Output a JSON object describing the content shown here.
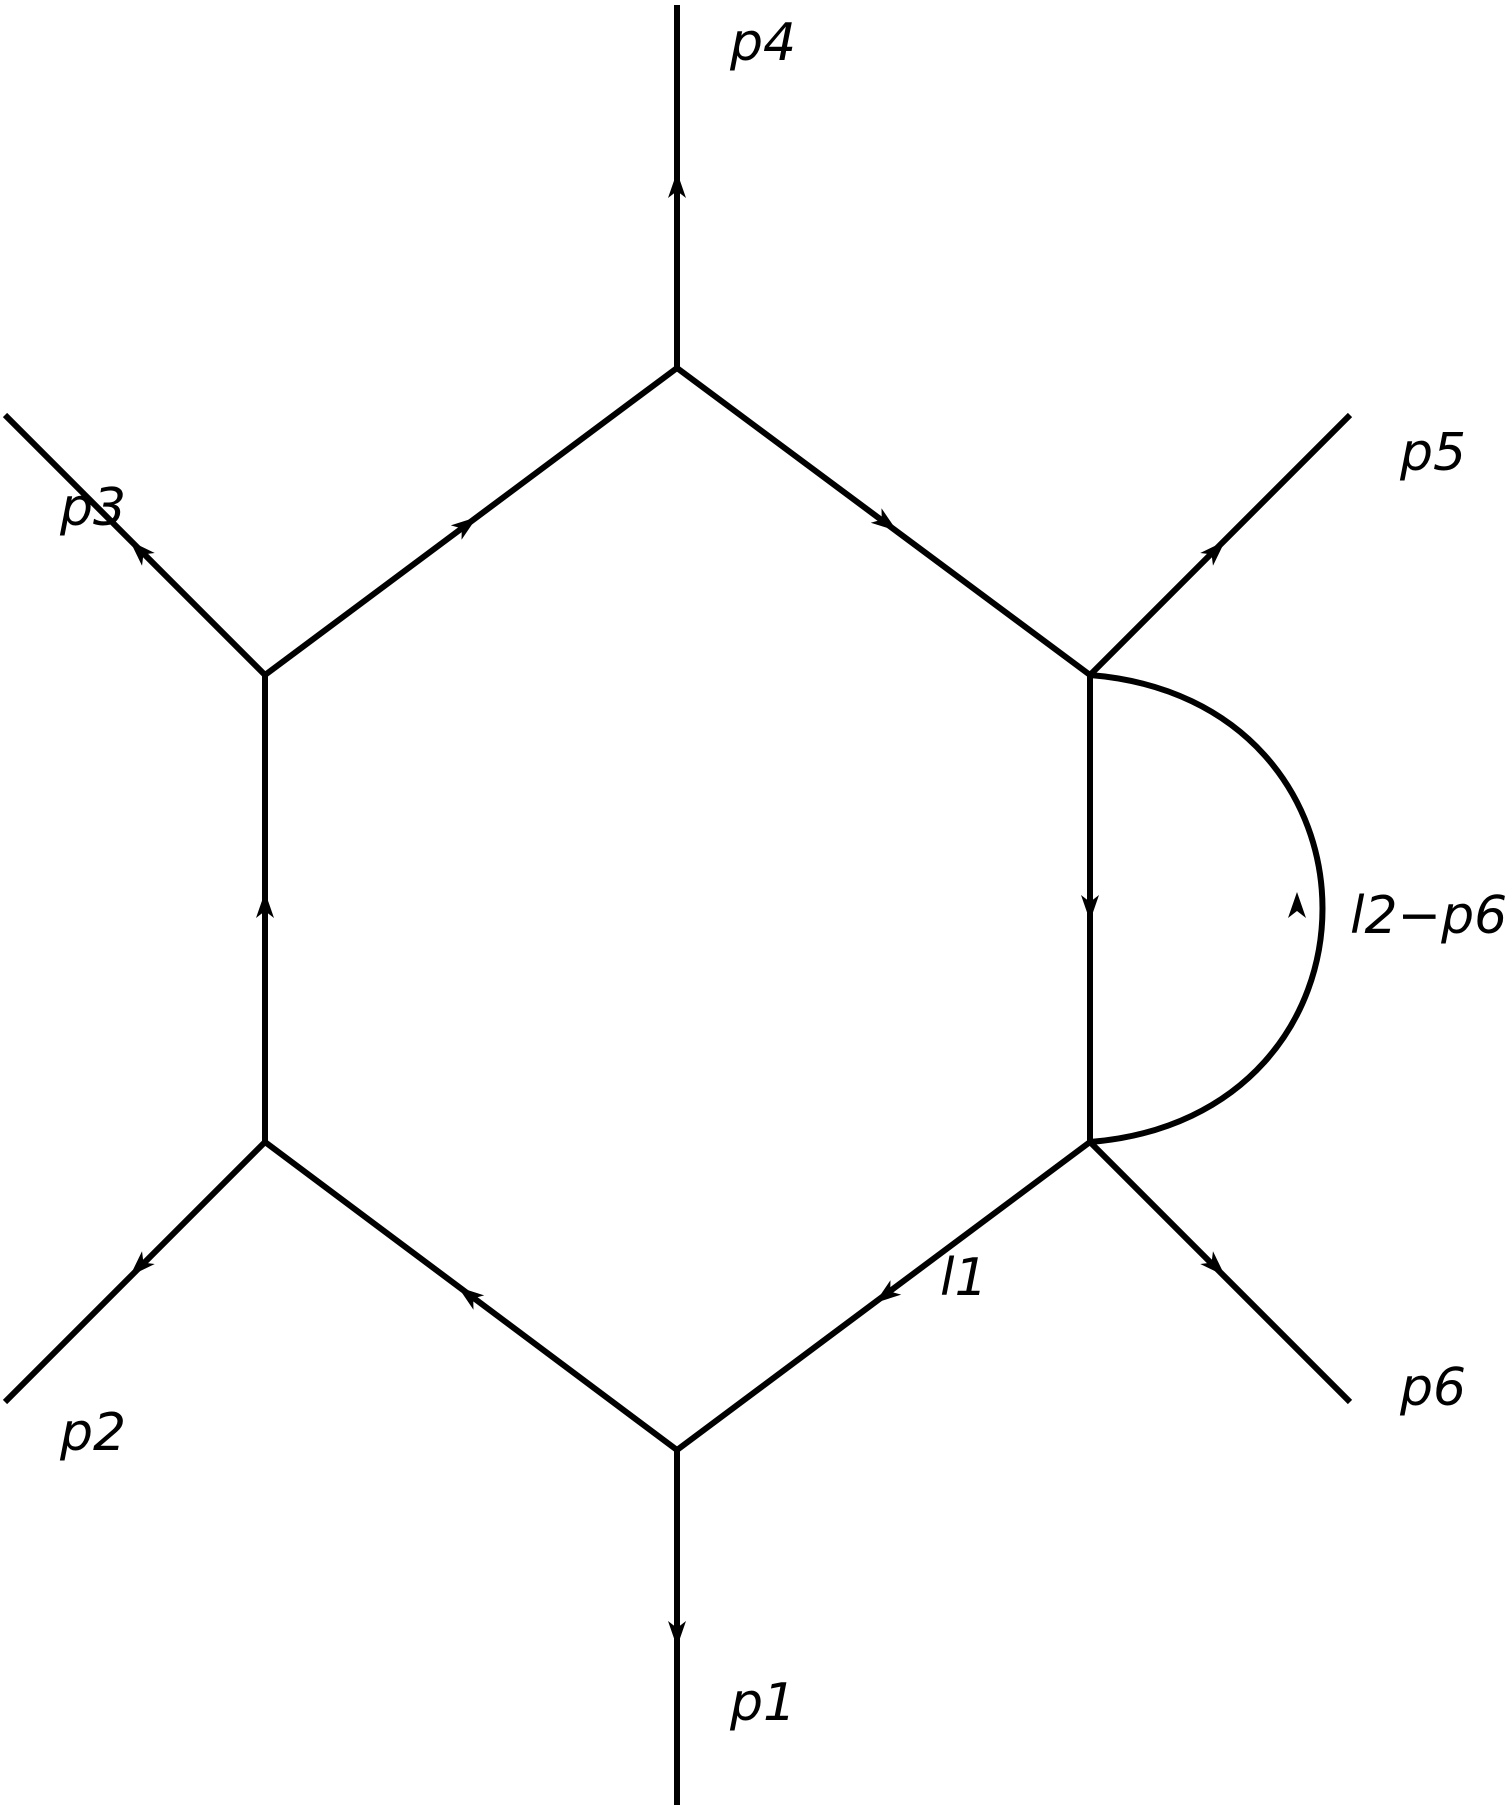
{
  "labels": {
    "p1": "p1",
    "p2": "p2",
    "p3": "p3",
    "p4": "p4",
    "p5": "p5",
    "p6": "p6",
    "l1": "l1",
    "l2_minus_p6": "l2−p6"
  },
  "colors": {
    "line": "#000000",
    "background": "#ffffff"
  }
}
